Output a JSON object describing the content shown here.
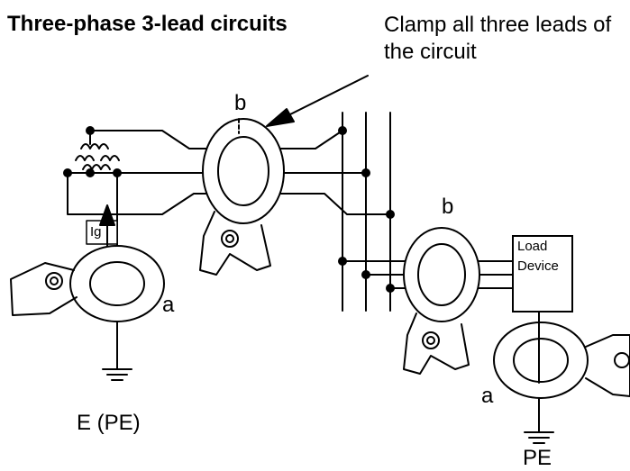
{
  "title": "Three-phase 3-lead circuits",
  "note": "Clamp all three leads of the circuit",
  "labels": {
    "b_upper": "b",
    "b_lower": "b",
    "a_left": "a",
    "a_right": "a",
    "ig": "Ig",
    "earth_left": "E (PE)",
    "earth_right": "PE"
  },
  "load_device": "Load Device"
}
